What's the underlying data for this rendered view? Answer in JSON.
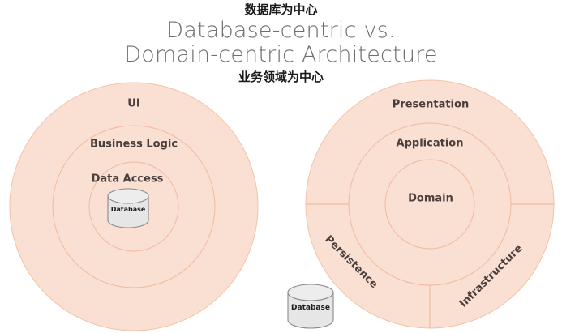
{
  "title": {
    "cn_top": "数据库为中心",
    "line1": "Database-centric vs.",
    "line2": "Domain-centric Architecture",
    "cn_bottom": "业务领域为中心"
  },
  "colors": {
    "ring_fill": "#fadfd3",
    "ring_stroke": "#f2c3a8",
    "label_text": "#4a3f3c",
    "title_text": "#6e6e6e",
    "cn_text": "#1b1b1b",
    "cylinder_fill": "#e4e4e4",
    "cylinder_stroke": "#8a8a8a",
    "background": "#ffffff"
  },
  "left_diagram": {
    "name": "database-centric-architecture",
    "rings": [
      {
        "label": "UI",
        "order": 1
      },
      {
        "label": "Business Logic",
        "order": 2
      },
      {
        "label": "Data Access",
        "order": 3
      }
    ],
    "center_node": {
      "label": "Database",
      "shape": "cylinder"
    }
  },
  "right_diagram": {
    "name": "domain-centric-architecture",
    "rings": [
      {
        "label": "Presentation",
        "order": 1
      },
      {
        "label": "Application",
        "order": 2
      },
      {
        "label": "Domain",
        "order": 3
      }
    ],
    "sectors": [
      {
        "label": "Persistence",
        "position": "bottom-left"
      },
      {
        "label": "Infrastructure",
        "position": "bottom-right"
      }
    ]
  },
  "external_node": {
    "label": "Database",
    "shape": "cylinder"
  }
}
